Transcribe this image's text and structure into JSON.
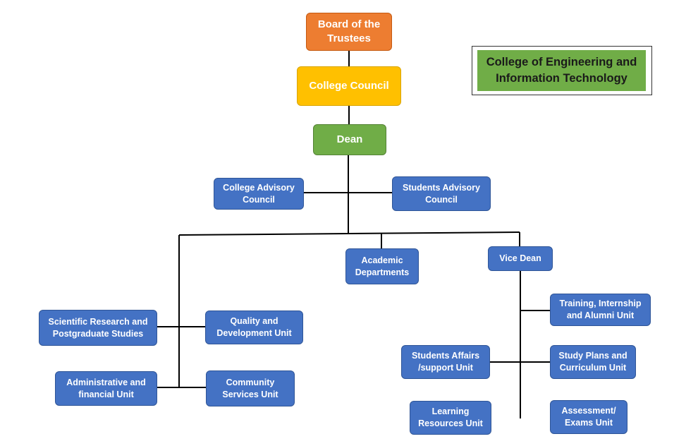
{
  "college_title": "College of Engineering and Information Technology",
  "nodes": {
    "board": "Board of the Trustees",
    "council": "College Council",
    "dean": "Dean",
    "college_advisory": "College Advisory Council",
    "students_advisory": "Students Advisory Council",
    "academic_departments": "Academic Departments",
    "vice_dean": "Vice Dean",
    "scientific_research": "Scientific Research and Postgraduate Studies",
    "quality_development": "Quality and Development Unit",
    "administrative_financial": "Administrative and financial Unit",
    "community_services": "Community Services Unit",
    "training_internship": "Training, Internship and Alumni Unit",
    "students_affairs": "Students Affairs /support Unit",
    "study_plans": "Study Plans and Curriculum Unit",
    "learning_resources": "Learning Resources Unit",
    "assessment_exams": "Assessment/ Exams Unit"
  },
  "colors": {
    "board": "#ed7d31",
    "council": "#ffc000",
    "dean": "#70ad47",
    "unit": "#4472c4",
    "title_background": "#70ad47",
    "connector": "#000000"
  }
}
